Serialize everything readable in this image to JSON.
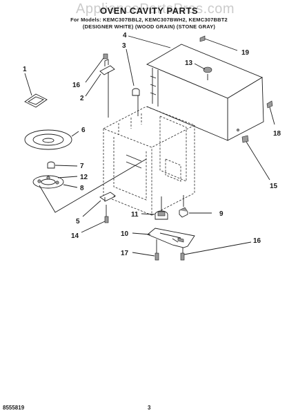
{
  "watermark": "AppliancePartsPros.com",
  "header": {
    "title": "OVEN CAVITY PARTS",
    "model_line_1": "For Models: KEMC307BBL2, KEMC307BWH2, KEMC307BBT2",
    "model_line_2": "(DESIGNER WHITE) (WOOD GRAIN) (STONE GRAY)"
  },
  "callouts": {
    "c1": "1",
    "c2": "2",
    "c3": "3",
    "c4": "4",
    "c5": "5",
    "c6": "6",
    "c7": "7",
    "c8": "8",
    "c9": "9",
    "c10": "10",
    "c11": "11",
    "c12": "12",
    "c13": "13",
    "c14": "14",
    "c15": "15",
    "c16a": "16",
    "c16b": "16",
    "c17": "17",
    "c18": "18",
    "c19": "19"
  },
  "footer": {
    "code": "8555819",
    "page": "3"
  },
  "colors": {
    "ink": "#1a1a1a",
    "watermark": "#a0a0a0",
    "paper": "#ffffff"
  }
}
